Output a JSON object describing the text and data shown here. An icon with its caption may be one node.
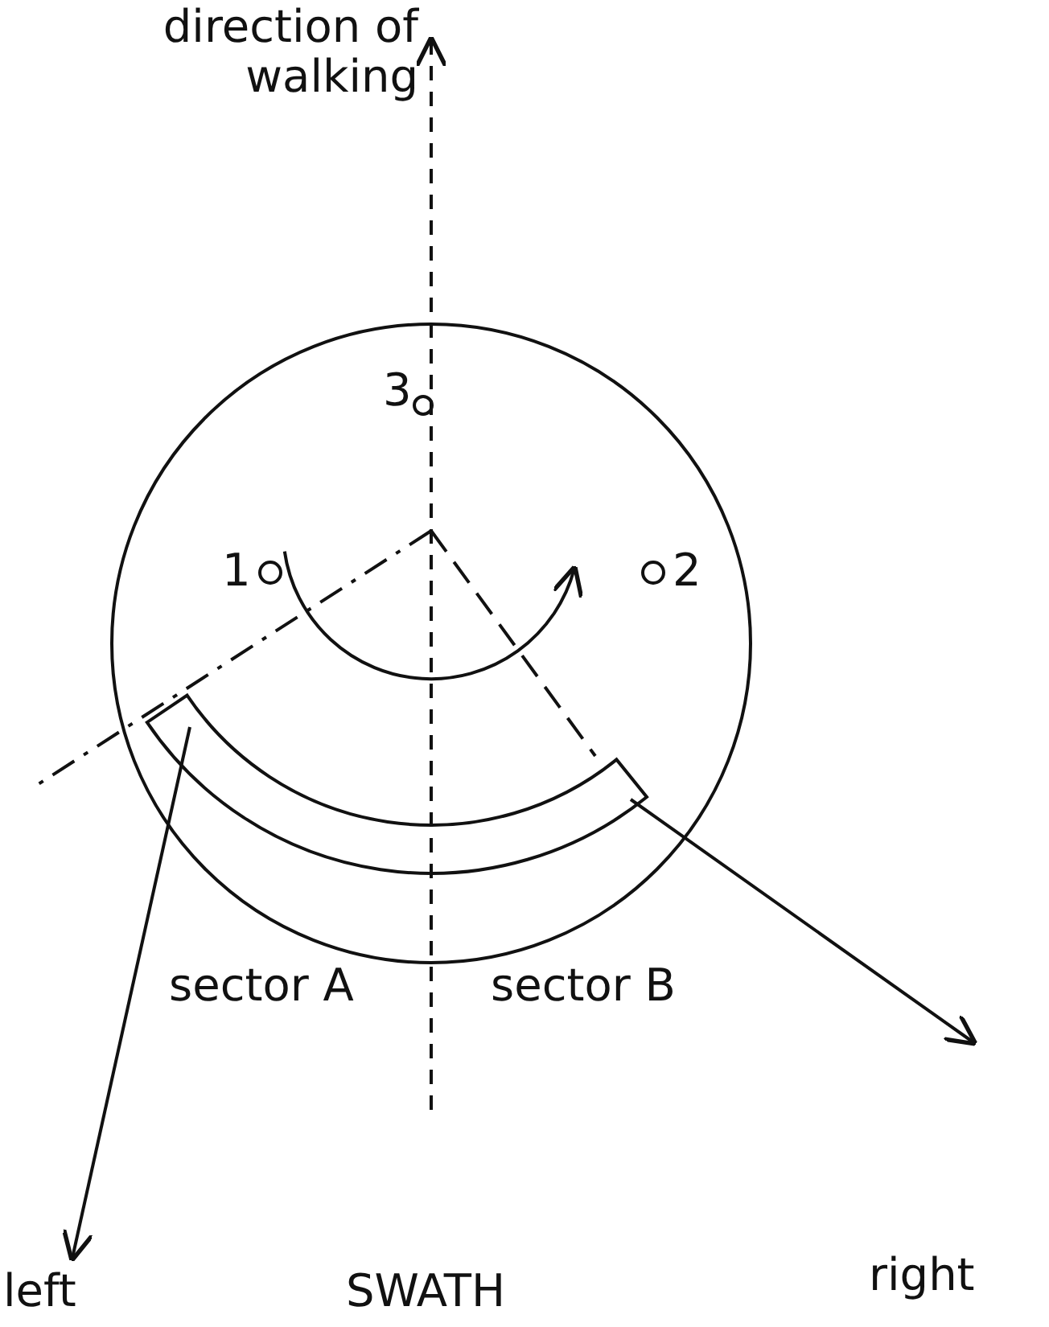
{
  "diagram": {
    "nodes": [
      {
        "text": [],
        "shape": "circle"
      },
      {
        "text": [],
        "shape": "circle",
        "beside": [
          "3"
        ],
        "in": 0
      },
      {
        "text": [],
        "shape": "circle",
        "beside": [
          "1"
        ],
        "in": 0
      },
      {
        "text": [],
        "shape": "circle",
        "beside": [
          "2"
        ],
        "in": 0
      },
      {
        "text": [],
        "shape": "bar",
        "in": 0
      }
    ],
    "labels": [
      "direction of walking",
      "sector A",
      "sector B",
      "left",
      "SWATH",
      "right"
    ]
  }
}
